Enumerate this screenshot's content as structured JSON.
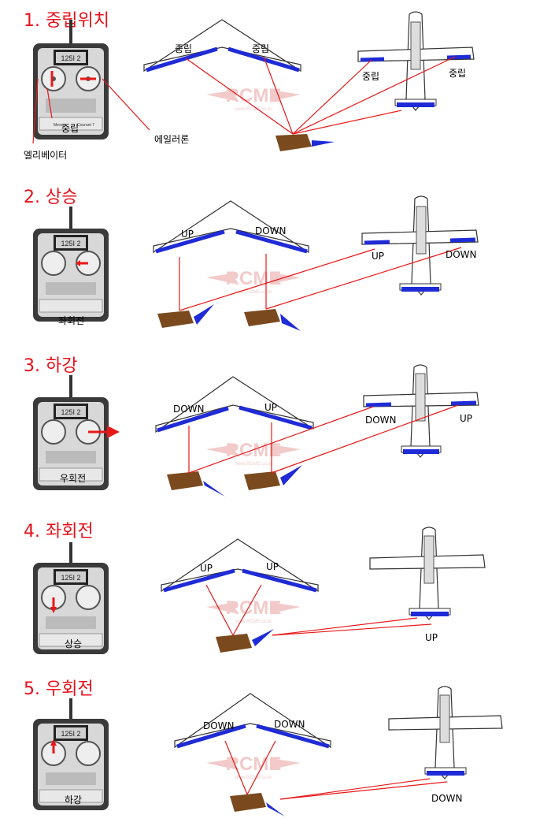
{
  "sections": [
    {
      "heading": "1. 중립위치",
      "labels": [
        "중립",
        "엘리베이터",
        "에일러론"
      ],
      "wing_left": "중립",
      "wing_right": "중립",
      "plane_left": "중립",
      "plane_right": "중립"
    },
    {
      "heading": "2. 상승",
      "labels": [
        "좌회전"
      ],
      "wing_left": "UP",
      "wing_right": "DOWN",
      "plane_left": "UP",
      "plane_right": "DOWN"
    },
    {
      "heading": "3. 하강",
      "labels": [
        "우회전"
      ],
      "wing_left": "DOWN",
      "wing_right": "UP",
      "plane_left": "DOWN",
      "plane_right": "UP"
    },
    {
      "heading": "4. 좌회전",
      "labels": [
        "상승"
      ],
      "wing_left": "UP",
      "wing_right": "UP",
      "plane_tail": "UP"
    },
    {
      "heading": "5. 우회전",
      "labels": [
        "하강"
      ],
      "wing_left": "DOWN",
      "wing_right": "DOWN",
      "plane_tail": "DOWN"
    }
  ],
  "watermark": {
    "logo": "RCME",
    "sub": "www.RCME.co.kr"
  },
  "transmitter": {
    "screen": "125I 2",
    "brand_left": "Mexer",
    "brand_right": "Courant 7"
  },
  "colors": {
    "heading": "#e8101a",
    "surface": "#1f2bd6",
    "arrow": "#e81818",
    "servo": "#7a4a1e",
    "watermark": "#e8a0a0"
  }
}
